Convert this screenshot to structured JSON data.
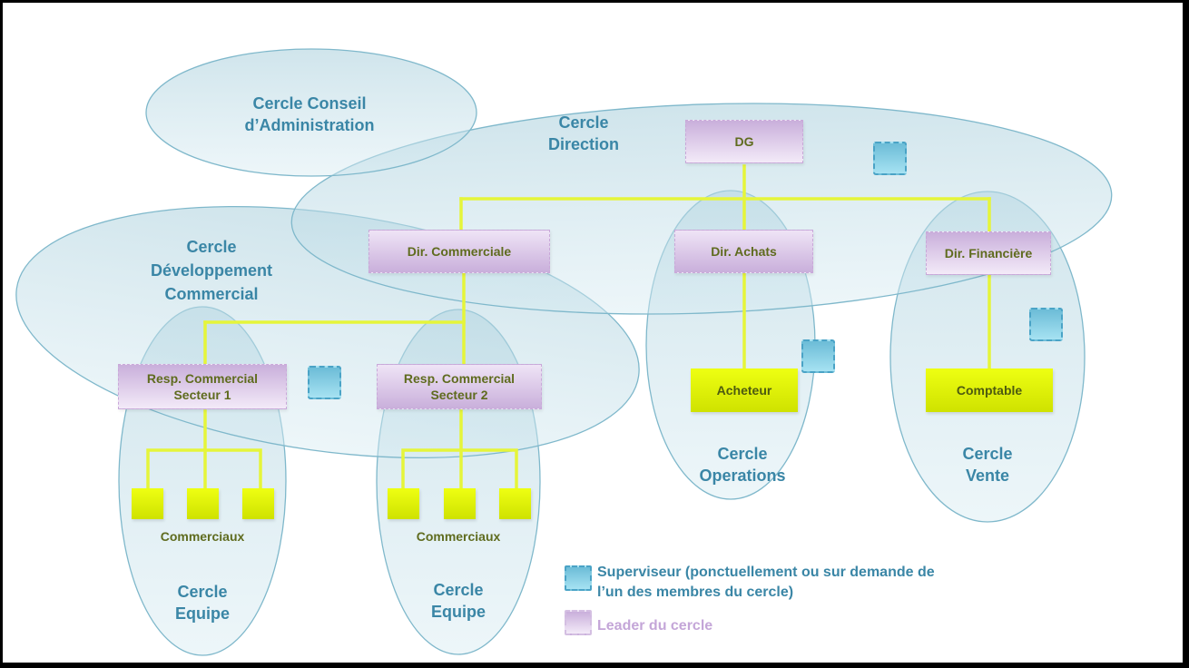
{
  "circles": {
    "conseil": {
      "label_line1": "Cercle Conseil",
      "label_line2": "d’Administration"
    },
    "direction": {
      "label_line1": "Cercle",
      "label_line2": "Direction"
    },
    "developpement": {
      "label_line1": "Cercle",
      "label_line2": "Développement",
      "label_line3": "Commercial"
    },
    "equipe1": {
      "label_line1": "Cercle",
      "label_line2": "Equipe"
    },
    "equipe2": {
      "label_line1": "Cercle",
      "label_line2": "Equipe"
    },
    "operations": {
      "label_line1": "Cercle",
      "label_line2": "Operations"
    },
    "vente": {
      "label_line1": "Cercle",
      "label_line2": "Vente"
    }
  },
  "leaders": {
    "dg": "DG",
    "dir_commerciale": "Dir. Commerciale",
    "dir_achats": "Dir. Achats",
    "dir_financiere": "Dir. Financière",
    "resp_secteur1_line1": "Resp. Commercial",
    "resp_secteur1_line2": "Secteur 1",
    "resp_secteur2_line1": "Resp. Commercial",
    "resp_secteur2_line2": "Secteur 2"
  },
  "members": {
    "acheteur": "Acheteur",
    "comptable": "Comptable",
    "commerciaux1": "Commerciaux",
    "commerciaux2": "Commerciaux"
  },
  "legend": {
    "supervisor_line1": "Superviseur (ponctuellement ou sur demande de",
    "supervisor_line2": "l’un des membres du cercle)",
    "leader": "Leader du cercle"
  },
  "colors": {
    "circle_fill": "#b9d9e3",
    "circle_stroke": "#7fb8cb",
    "circle_label": "#3a86a6",
    "leader_fill": "#d6c0e4",
    "member_fill": "#e4f500",
    "connector": "#e5f53a",
    "supervisor_fill": "#8fd0e6",
    "leader_legend_text": "#c4a6d8"
  }
}
